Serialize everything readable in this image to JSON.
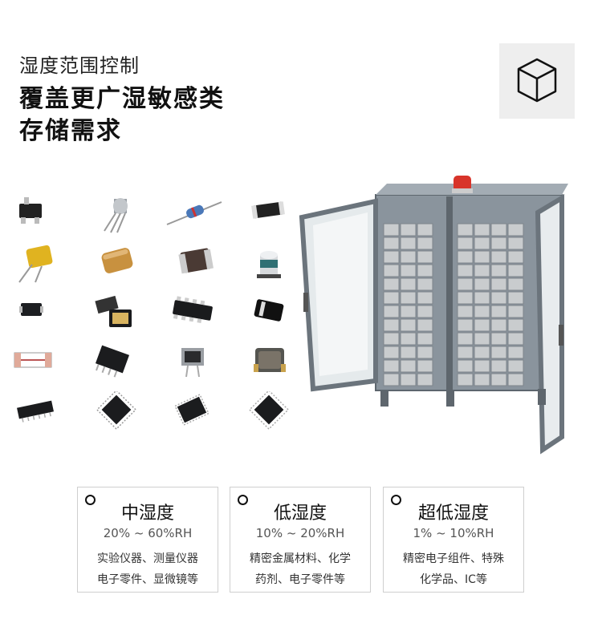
{
  "header": {
    "subtitle": "湿度范围控制",
    "headline_line1": "覆盖更广湿敏感类",
    "headline_line2": "存储需求"
  },
  "icons": {
    "cube": "cube-icon"
  },
  "components": [
    "sot-transistor-icon",
    "to92-transistor-icon",
    "axial-resistor-icon",
    "smd-resistor-icon",
    "tantalum-capacitor-icon",
    "ceramic-capacitor-icon",
    "smd-inductor-icon",
    "electrolytic-capacitor-icon",
    "sod-diode-icon",
    "crystal-oscillator-icon",
    "resistor-array-icon",
    "smd-diode-icon",
    "smd-fuse-icon",
    "dip-ic-icon",
    "dpak-regulator-icon",
    "power-inductor-icon",
    "soic-ic-icon",
    "qfp-ic-icon",
    "tssop-ic-icon",
    "lqfp-ic-icon"
  ],
  "cards": [
    {
      "title": "中湿度",
      "range": "20% ~ 60%RH",
      "desc1": "实验仪器、测量仪器",
      "desc2": "电子零件、显微镜等"
    },
    {
      "title": "低湿度",
      "range": "10% ~ 20%RH",
      "desc1": "精密金属材料、化学",
      "desc2": "药剂、电子零件等"
    },
    {
      "title": "超低湿度",
      "range": "1% ~ 10%RH",
      "desc1": "精密电子组件、特殊",
      "desc2": "化学品、IC等"
    }
  ],
  "colors": {
    "cabinet_frame": "#7c8791",
    "drawer": "#c9ccce",
    "alarm_light": "#d8342a",
    "card_border": "#cfcfcf"
  }
}
